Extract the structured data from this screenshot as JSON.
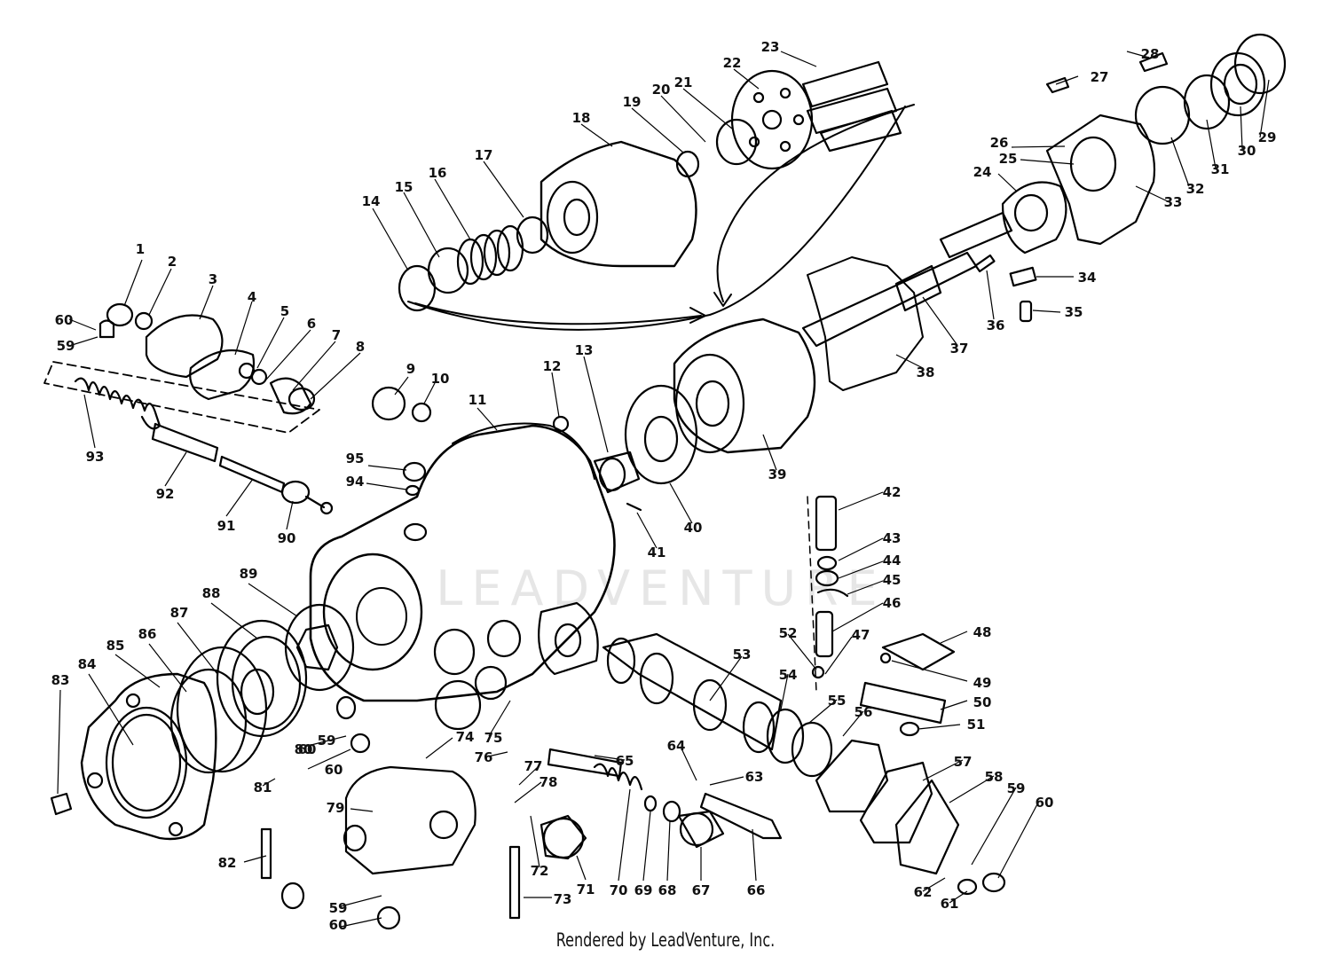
{
  "watermark": "LEADVENTURE",
  "footer": "Rendered by LeadVenture, Inc.",
  "callouts": [
    "1",
    "2",
    "3",
    "4",
    "5",
    "6",
    "7",
    "8",
    "9",
    "10",
    "11",
    "12",
    "13",
    "14",
    "15",
    "16",
    "17",
    "18",
    "19",
    "20",
    "21",
    "22",
    "23",
    "24",
    "25",
    "26",
    "27",
    "28",
    "29",
    "30",
    "31",
    "32",
    "33",
    "34",
    "35",
    "36",
    "37",
    "38",
    "39",
    "40",
    "41",
    "42",
    "43",
    "44",
    "45",
    "46",
    "47",
    "48",
    "49",
    "50",
    "51",
    "52",
    "53",
    "54",
    "55",
    "56",
    "57",
    "58",
    "59",
    "59",
    "59",
    "59",
    "60",
    "60",
    "60",
    "60",
    "60",
    "61",
    "62",
    "63",
    "64",
    "65",
    "66",
    "67",
    "68",
    "69",
    "70",
    "71",
    "72",
    "73",
    "74",
    "75",
    "76",
    "77",
    "78",
    "79",
    "80",
    "81",
    "82",
    "83",
    "84",
    "85",
    "86",
    "87",
    "88",
    "89",
    "90",
    "91",
    "92",
    "93",
    "94",
    "95"
  ]
}
